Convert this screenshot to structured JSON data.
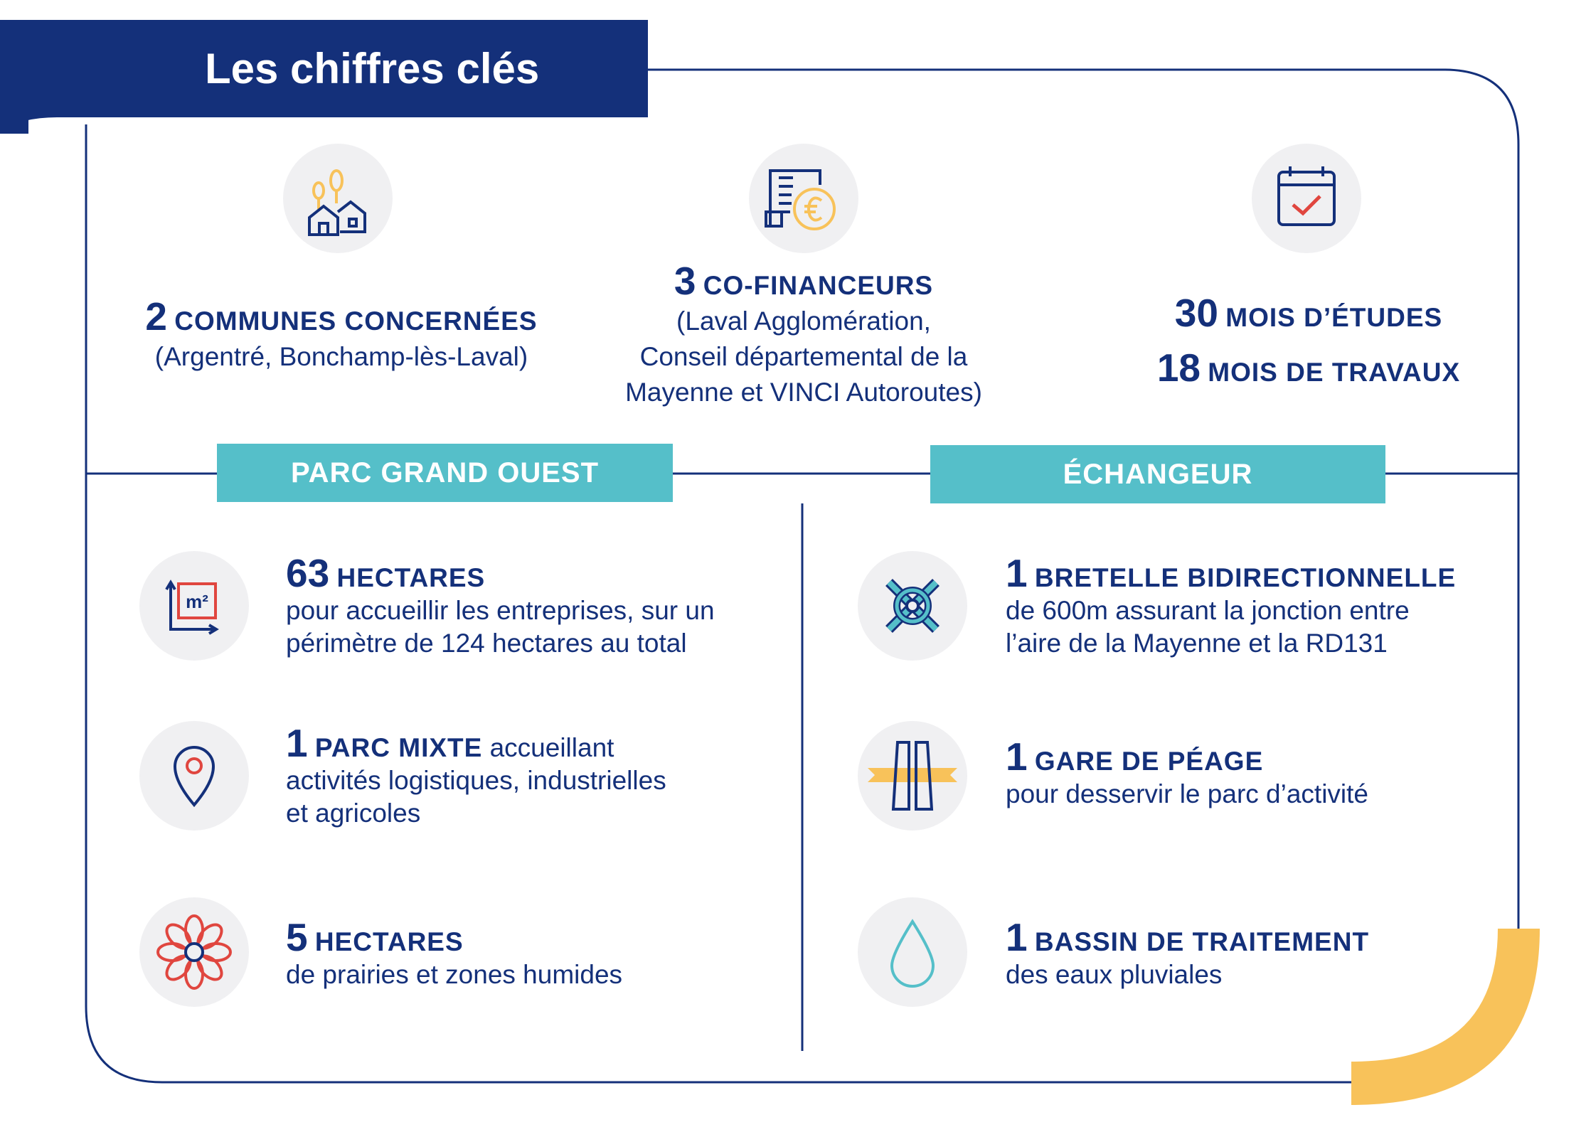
{
  "header": {
    "title": "Les chiffres clés"
  },
  "colors": {
    "navy": "#14307a",
    "teal": "#55bfc9",
    "yellow": "#f8c25a",
    "red": "#e0463f",
    "icon_bg": "#f0f0f2"
  },
  "top_stats": [
    {
      "icon": "houses-trees-icon",
      "number": "2",
      "label": "COMMUNES CONCERNÉES",
      "detail": "(Argentré, Bonchamp-lès-Laval)"
    },
    {
      "icon": "buildings-euro-icon",
      "number": "3",
      "label": "CO-FINANCEURS",
      "detail_lines": [
        "(Laval Agglomération,",
        "Conseil départemental de la",
        "Mayenne et VINCI Autoroutes)"
      ]
    },
    {
      "icon": "calendar-check-icon",
      "lines": [
        {
          "number": "30",
          "label": "MOIS D’ÉTUDES"
        },
        {
          "number": "18",
          "label": "MOIS DE TRAVAUX"
        }
      ]
    }
  ],
  "sections": {
    "left": {
      "title": "PARC GRAND OUEST",
      "items": [
        {
          "icon": "square-meter-icon",
          "number": "63",
          "label": "HECTARES",
          "lines": [
            "pour accueillir les entreprises, sur un",
            "périmètre de 124 hectares au total"
          ]
        },
        {
          "icon": "map-pin-icon",
          "number": "1",
          "label": "PARC MIXTE",
          "label_suffix": " accueillant",
          "lines": [
            "activités logistiques, industrielles",
            "et agricoles"
          ]
        },
        {
          "icon": "flower-icon",
          "number": "5",
          "label": "HECTARES",
          "lines": [
            "de prairies et zones humides"
          ]
        }
      ]
    },
    "right": {
      "title": "ÉCHANGEUR",
      "items": [
        {
          "icon": "interchange-icon",
          "number": "1",
          "label": "BRETELLE BIDIRECTIONNELLE",
          "lines": [
            "de 600m assurant la jonction entre",
            "l’aire de la Mayenne et la RD131"
          ]
        },
        {
          "icon": "toll-gate-icon",
          "number": "1",
          "label": "GARE DE PÉAGE",
          "lines": [
            "pour desservir le parc d’activité"
          ]
        },
        {
          "icon": "water-drop-icon",
          "number": "1",
          "label": "BASSIN DE TRAITEMENT",
          "lines": [
            "des eaux pluviales"
          ]
        }
      ]
    }
  }
}
